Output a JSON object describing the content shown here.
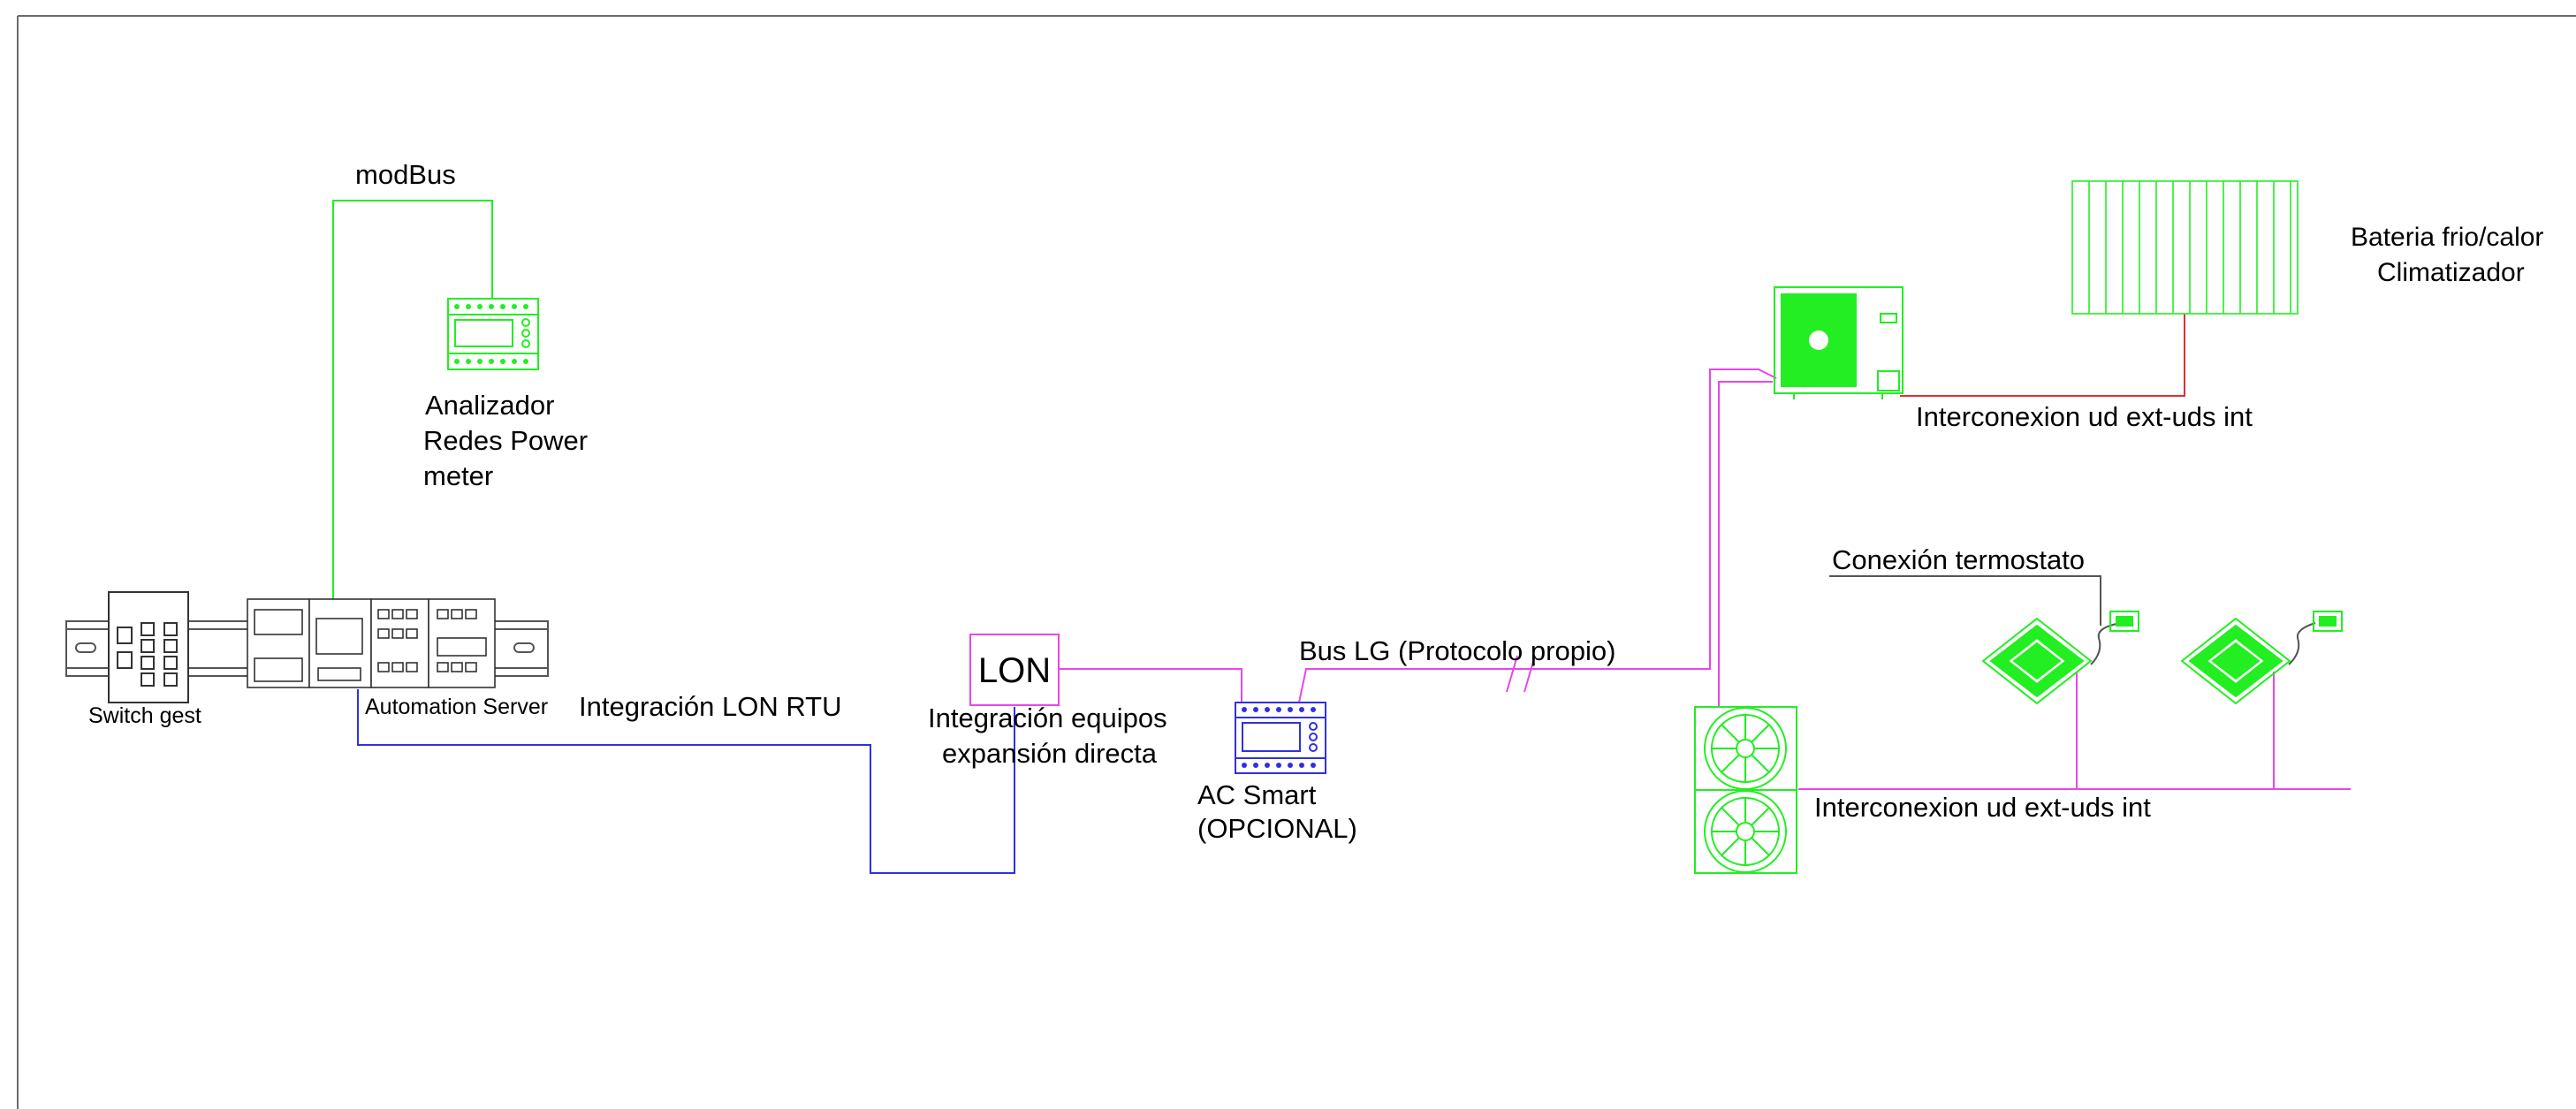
{
  "diagram": {
    "colors": {
      "frame": "#6b6b6b",
      "green": "#22ee22",
      "magenta": "#e846e8",
      "blue": "#3030e0",
      "red": "#e03030",
      "gray": "#555555",
      "black": "#000000"
    },
    "labels": {
      "modbus": "modBus",
      "power_meter_l1": "Analizador",
      "power_meter_l2": "Redes Power",
      "power_meter_l3": "meter",
      "switch": "Switch gest",
      "automation_server": "Automation Server",
      "lon_rtu": "Integración LON RTU",
      "lon_box": "LON",
      "dx_l1": "Integración equipos",
      "dx_l2": "expansión directa",
      "ac_smart_l1": "AC Smart",
      "ac_smart_l2": "(OPCIONAL)",
      "bus_lg": "Bus LG (Protocolo propio)",
      "interconnect_top": "Interconexion ud ext-uds int",
      "interconnect_bottom": "Interconexion ud ext-uds int",
      "coil_l1": "Bateria frio/calor",
      "coil_l2": "Climatizador",
      "thermostat": "Conexión termostato"
    },
    "icons": [
      "din-rail-icon",
      "network-switch-icon",
      "automation-server-icon",
      "power-meter-icon",
      "ac-smart-controller-icon",
      "outdoor-unit-icon",
      "dual-fan-outdoor-unit-icon",
      "cassette-unit-icon",
      "thermostat-icon",
      "coil-battery-icon"
    ]
  }
}
